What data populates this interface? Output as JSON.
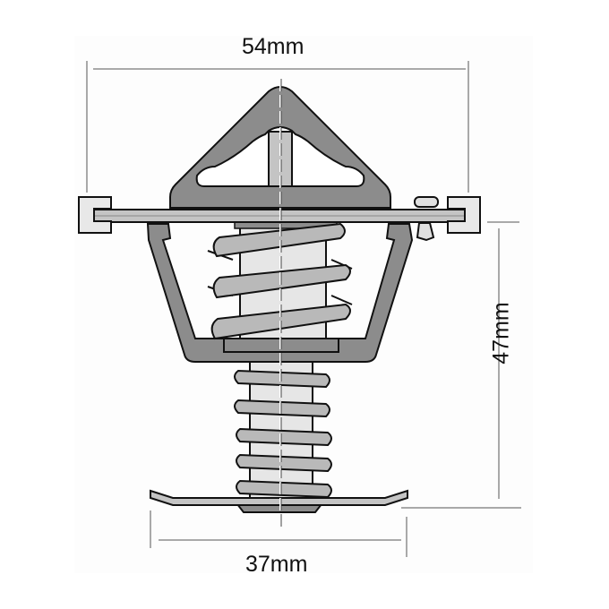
{
  "diagram": {
    "subject": "thermostat technical drawing",
    "dimensions": {
      "width_top": "54mm",
      "width_bottom": "37mm",
      "height": "47mm"
    },
    "colors": {
      "background": "#ffffff",
      "panel": "#fdfdfd",
      "outline": "#111111",
      "body_dark": "#8c8c8c",
      "spring": "#b9b9b9",
      "flange": "#c4c4c4",
      "piston": "#e6e6e6",
      "clip": "#e8e8e8",
      "dimension_line": "#555555"
    },
    "parts": [
      "top-bridge",
      "flange",
      "edge-clips",
      "jiggle-valve",
      "upper-cup",
      "upper-spring",
      "piston-stem",
      "lower-spring",
      "bottom-plate",
      "center-axis"
    ]
  }
}
